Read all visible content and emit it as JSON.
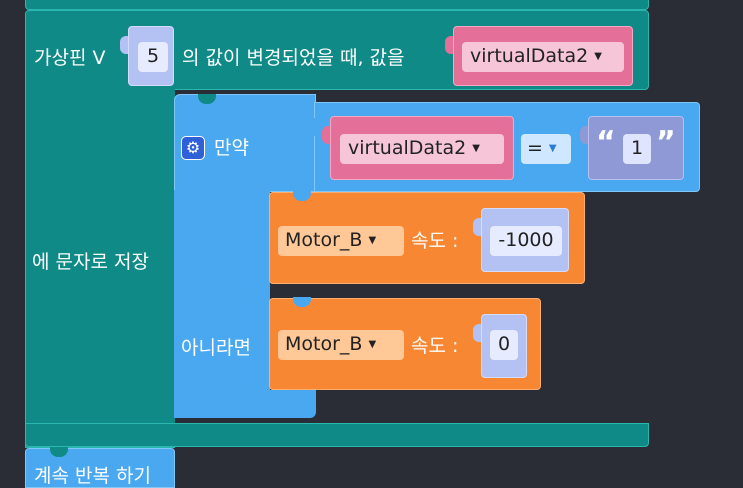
{
  "top_block": {
    "prefix": "가상핀 V",
    "pin_value": "5",
    "middle": "의 값이 변경되었을 때, 값을",
    "variable": "virtualData2",
    "suffix": "에 문자로 저장"
  },
  "if_block": {
    "if_label": "만약",
    "else_label": "아니라면",
    "condition": {
      "variable": "virtualData2",
      "operator": "=",
      "open_quote": "“",
      "value": "1",
      "close_quote": "”"
    }
  },
  "motor_then": {
    "motor": "Motor_B",
    "speed_label": "속도 :",
    "speed": "-1000"
  },
  "motor_else": {
    "motor": "Motor_B",
    "speed_label": "속도 :",
    "speed": "0"
  },
  "bottom_block": {
    "label": "계속 반복 하기"
  },
  "colors": {
    "background": "#2b2d36",
    "event_block": "#0f8a87",
    "control_block": "#4aa8f0",
    "variable_block": "#e46f99",
    "motor_block": "#f78733",
    "number_block": "#b3c1f3",
    "text_block": "#8f99d6"
  },
  "icons": {
    "gear": "gear-icon",
    "dropdown": "dropdown-arrow-icon"
  }
}
